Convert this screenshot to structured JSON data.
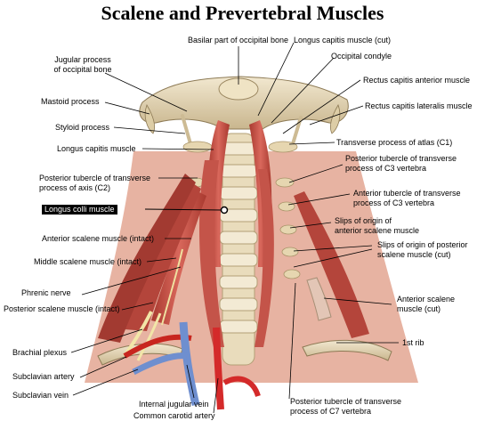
{
  "title": "Scalene and Prevertebral Muscles",
  "labels": {
    "basilar": "Basilar part of occipital bone",
    "longus_capitis_cut": "Longus capitis muscle (cut)",
    "occipital_condyle": "Occipital condyle",
    "jugular_1": "Jugular process",
    "jugular_2": "of occipital bone",
    "rectus_anterior": "Rectus capitis anterior muscle",
    "mastoid": "Mastoid process",
    "rectus_lateralis": "Rectus capitis lateralis muscle",
    "styloid": "Styloid process",
    "transverse_atlas": "Transverse process of atlas (C1)",
    "longus_capitis": "Longus capitis muscle",
    "post_tub_c3_1": "Posterior tubercle of transverse",
    "post_tub_c3_2": "process of C3 vertebra",
    "post_tub_axis_1": "Posterior tubercle of transverse",
    "post_tub_axis_2": "process of axis (C2)",
    "ant_tub_c3_1": "Anterior tubercle of transverse",
    "ant_tub_c3_2": "process of C3 vertebra",
    "longus_colli": "Longus colli muscle",
    "slips_ant_1": "Slips of origin of",
    "slips_ant_2": "anterior scalene muscle",
    "ant_scalene_intact": "Anterior scalene muscle (intact)",
    "slips_post_1": "Slips of origin of posterior",
    "slips_post_2": "scalene muscle (cut)",
    "middle_scalene": "Middle scalene muscle (intact)",
    "phrenic": "Phrenic nerve",
    "ant_scalene_cut_1": "Anterior scalene",
    "ant_scalene_cut_2": "muscle (cut)",
    "post_scalene": "Posterior scalene muscle (intact)",
    "brachial": "Brachial plexus",
    "first_rib": "1st rib",
    "subclavian_artery": "Subclavian artery",
    "subclavian_vein": "Subclavian vein",
    "internal_jugular": "Internal jugular vein",
    "common_carotid": "Common carotid artery",
    "post_tub_c7_1": "Posterior tubercle of transverse",
    "post_tub_c7_2": "process of C7 vertebra"
  },
  "colors": {
    "muscle": "#c8504a",
    "muscle_light": "#e08a7c",
    "bone": "#e8dcc0",
    "bone_shadow": "#b9a882",
    "artery": "#d42a2a",
    "vein": "#6f8fcf",
    "nerve": "#f0e6a0"
  }
}
